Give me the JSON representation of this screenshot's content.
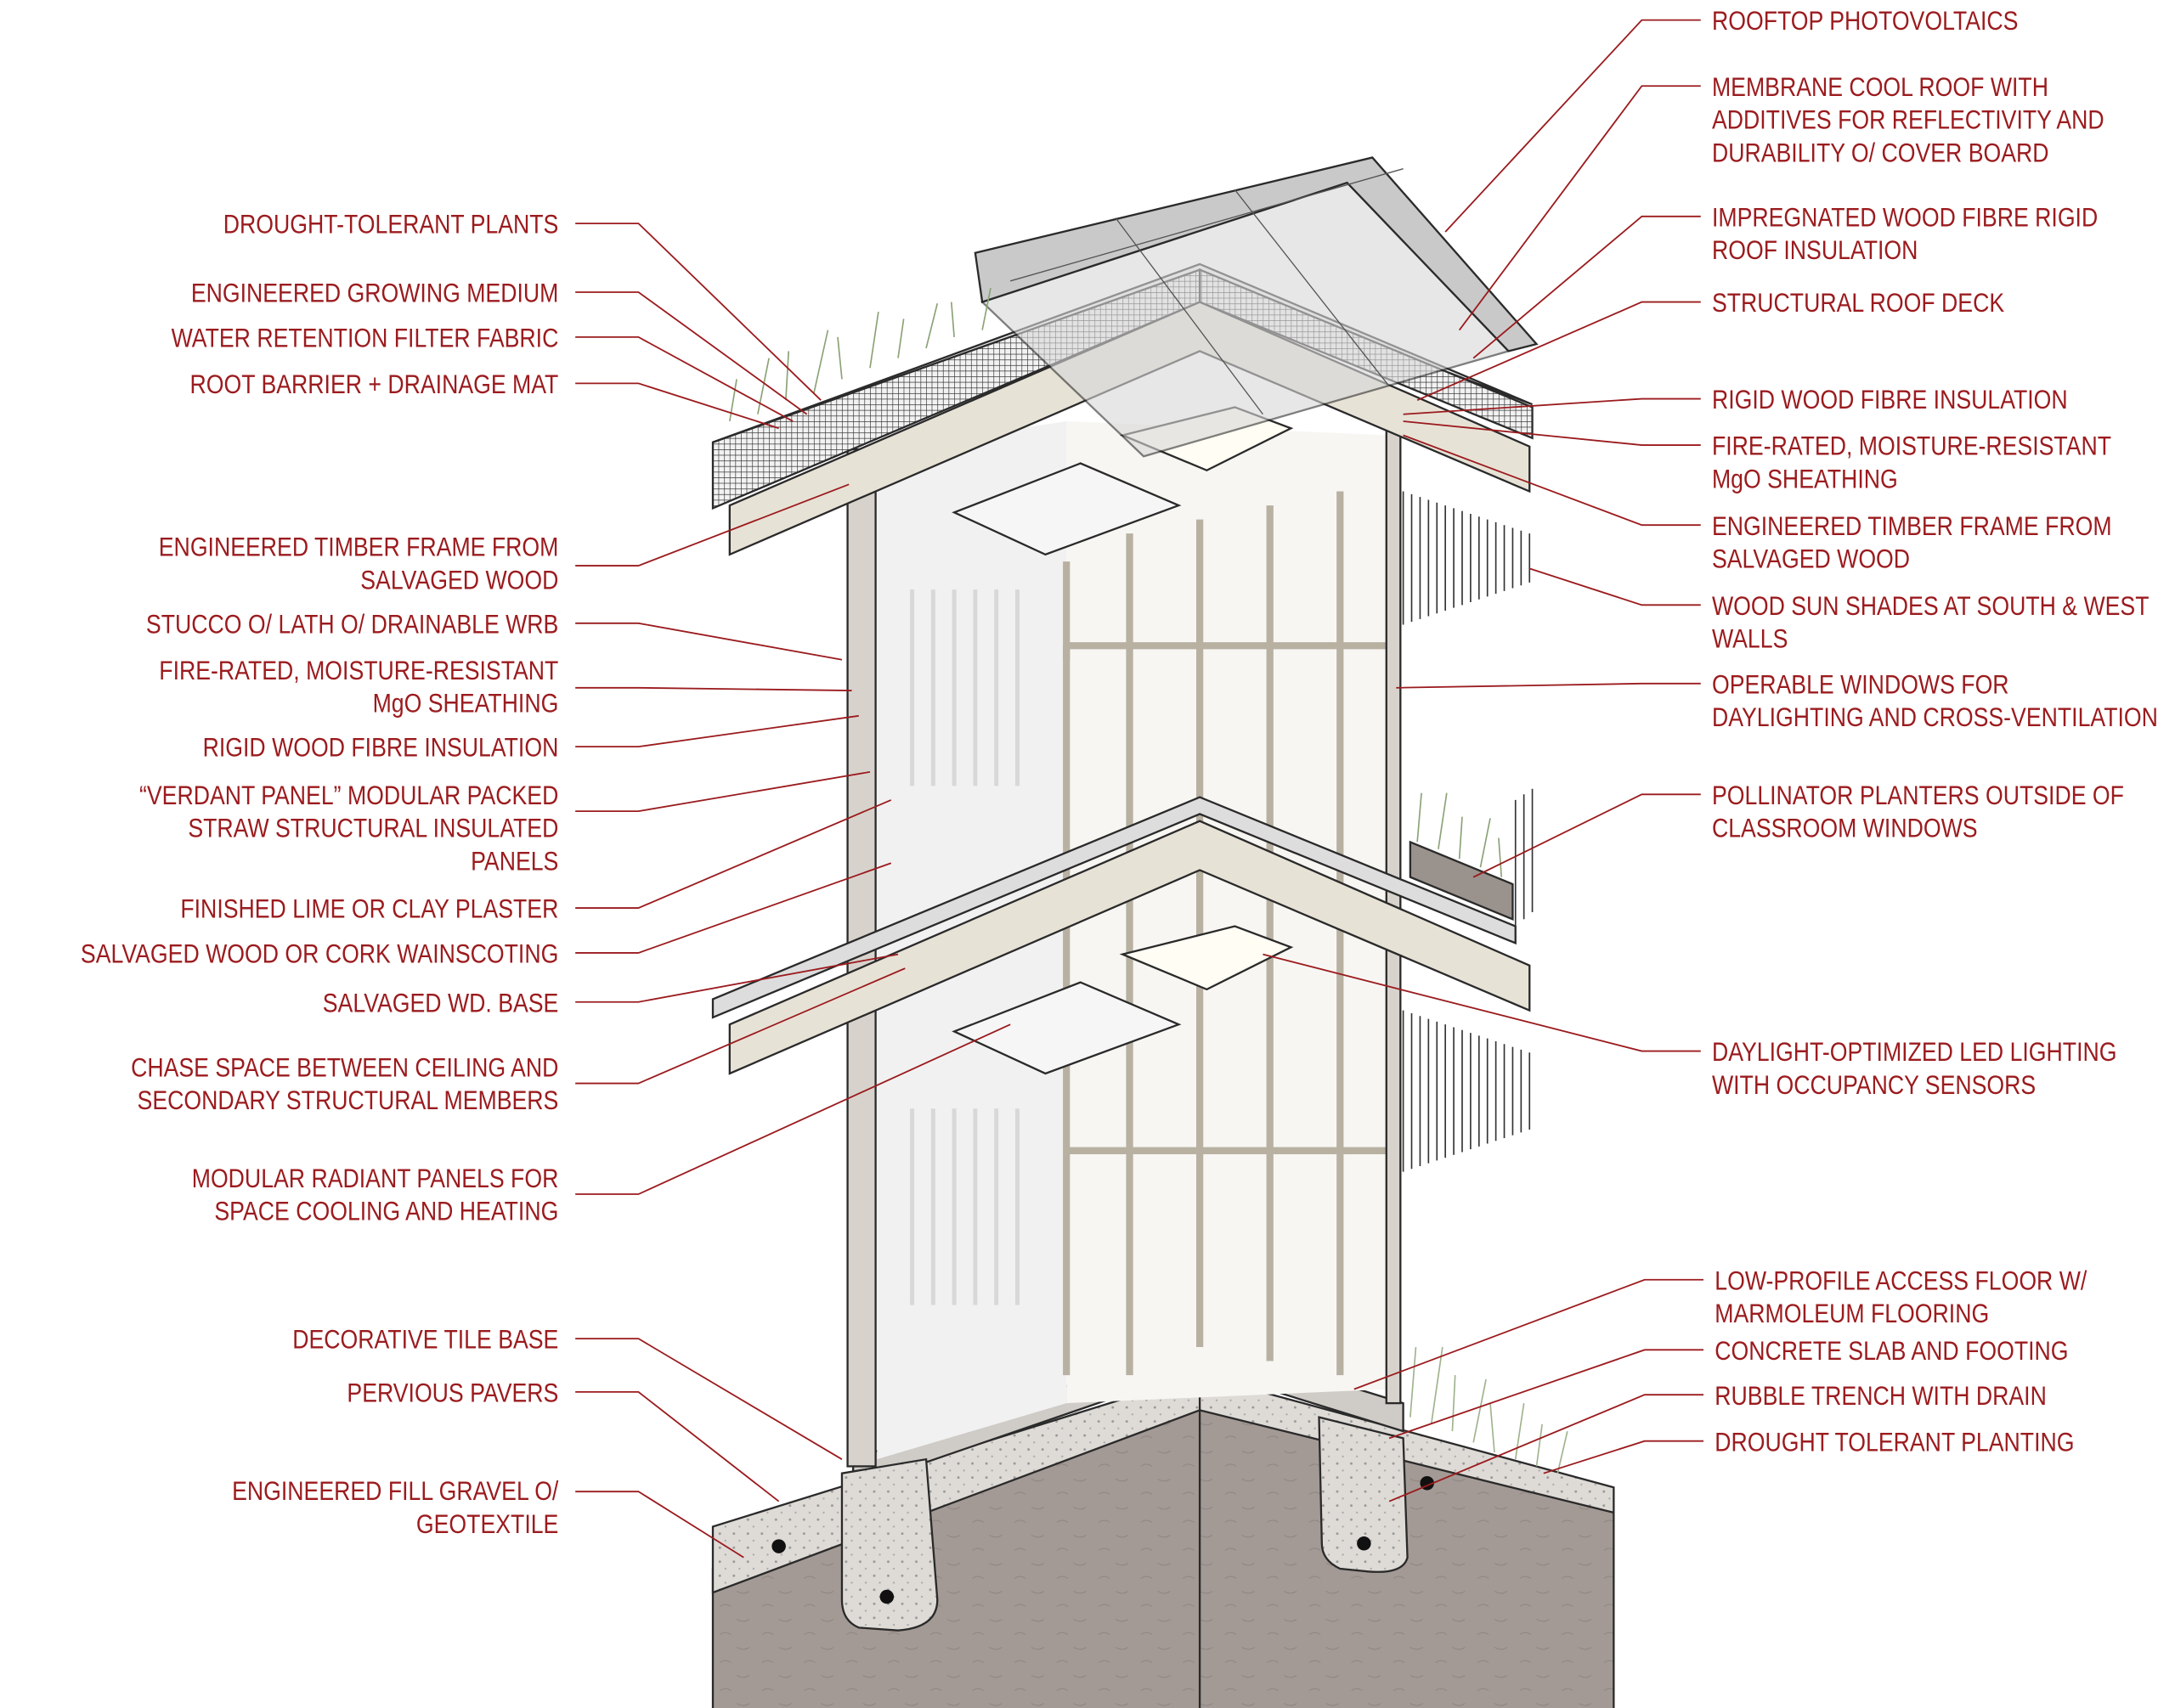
{
  "colors": {
    "label_text": "#9b1b1e",
    "leader_line": "#9b1b1e",
    "earth": "#a39a95",
    "timber": "#e7e2d6",
    "gravel": "#d9d6d2",
    "plants": "#7f9a6a"
  },
  "left_labels": [
    {
      "lines": [
        "DROUGHT-TOLERANT PLANTS"
      ]
    },
    {
      "lines": [
        "ENGINEERED GROWING MEDIUM"
      ]
    },
    {
      "lines": [
        "WATER RETENTION FILTER FABRIC"
      ]
    },
    {
      "lines": [
        "ROOT BARRIER + DRAINAGE MAT"
      ]
    },
    {
      "lines": [
        "ENGINEERED TIMBER FRAME FROM",
        "SALVAGED WOOD"
      ]
    },
    {
      "lines": [
        "STUCCO O/ LATH O/ DRAINABLE WRB"
      ]
    },
    {
      "lines": [
        "FIRE-RATED, MOISTURE-RESISTANT",
        "MgO SHEATHING"
      ]
    },
    {
      "lines": [
        "RIGID WOOD FIBRE INSULATION"
      ]
    },
    {
      "lines": [
        "“VERDANT PANEL” MODULAR PACKED",
        "STRAW STRUCTURAL INSULATED",
        "PANELS"
      ]
    },
    {
      "lines": [
        "FINISHED LIME OR CLAY PLASTER"
      ]
    },
    {
      "lines": [
        "SALVAGED WOOD OR CORK WAINSCOTING"
      ]
    },
    {
      "lines": [
        "SALVAGED WD. BASE"
      ]
    },
    {
      "lines": [
        "CHASE SPACE BETWEEN CEILING AND",
        "SECONDARY STRUCTURAL MEMBERS"
      ]
    },
    {
      "lines": [
        "MODULAR RADIANT PANELS FOR",
        "SPACE COOLING AND HEATING"
      ]
    },
    {
      "lines": [
        "DECORATIVE TILE BASE"
      ]
    },
    {
      "lines": [
        "PERVIOUS PAVERS"
      ]
    },
    {
      "lines": [
        "ENGINEERED FILL GRAVEL O/",
        "GEOTEXTILE"
      ]
    }
  ],
  "right_labels": [
    {
      "lines": [
        "ROOFTOP PHOTOVOLTAICS"
      ]
    },
    {
      "lines": [
        "MEMBRANE COOL ROOF WITH",
        "ADDITIVES FOR REFLECTIVITY AND",
        "DURABILITY O/ COVER BOARD"
      ]
    },
    {
      "lines": [
        "IMPREGNATED WOOD FIBRE RIGID",
        "ROOF INSULATION"
      ]
    },
    {
      "lines": [
        "STRUCTURAL ROOF DECK"
      ]
    },
    {
      "lines": [
        "RIGID WOOD FIBRE INSULATION"
      ]
    },
    {
      "lines": [
        "FIRE-RATED, MOISTURE-RESISTANT",
        "MgO SHEATHING"
      ]
    },
    {
      "lines": [
        "ENGINEERED TIMBER FRAME FROM",
        "SALVAGED WOOD"
      ]
    },
    {
      "lines": [
        "WOOD SUN SHADES AT SOUTH & WEST",
        "WALLS"
      ]
    },
    {
      "lines": [
        "OPERABLE WINDOWS FOR",
        "DAYLIGHTING AND CROSS-VENTILATION"
      ]
    },
    {
      "lines": [
        "POLLINATOR PLANTERS OUTSIDE OF",
        "CLASSROOM WINDOWS"
      ]
    },
    {
      "lines": [
        "DAYLIGHT-OPTIMIZED LED LIGHTING",
        "WITH OCCUPANCY SENSORS"
      ]
    },
    {
      "lines": [
        "LOW-PROFILE ACCESS FLOOR W/",
        "MARMOLEUM FLOORING"
      ]
    },
    {
      "lines": [
        "CONCRETE SLAB AND FOOTING"
      ]
    },
    {
      "lines": [
        "RUBBLE TRENCH WITH DRAIN"
      ]
    },
    {
      "lines": [
        "DROUGHT TOLERANT PLANTING"
      ]
    }
  ]
}
